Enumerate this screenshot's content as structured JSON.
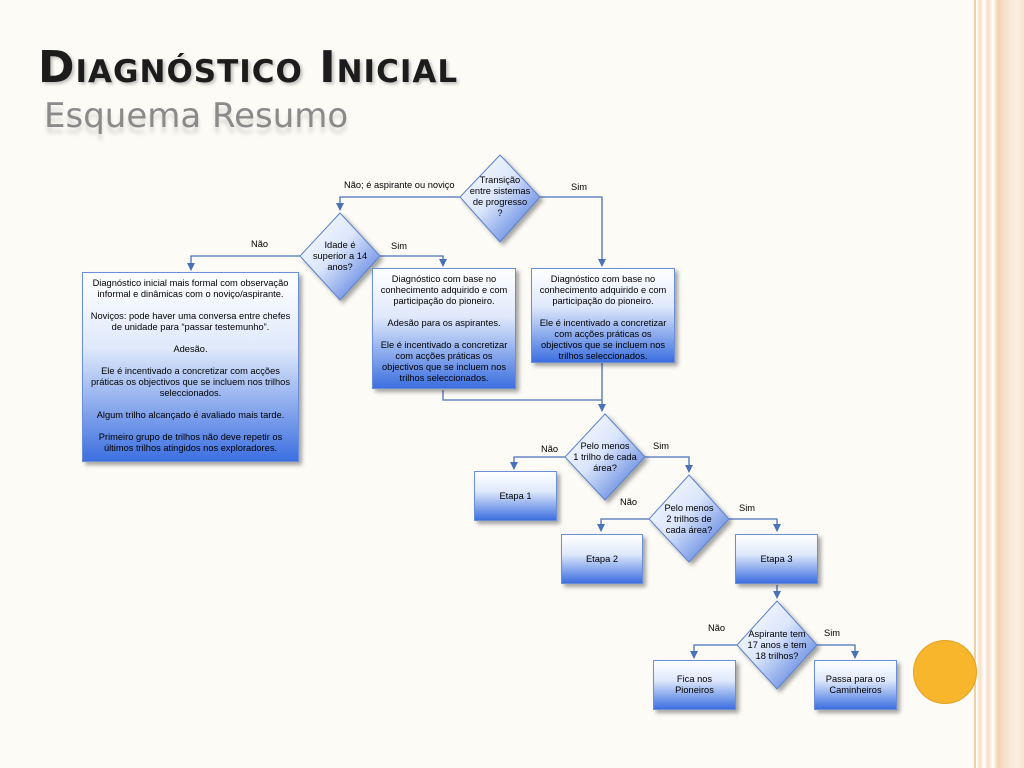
{
  "slide": {
    "title": "Diagnóstico Inicial",
    "subtitle": "Esquema Resumo",
    "colors": {
      "accent_circle": "#f7b62c",
      "node_blue": "#3c6fe0",
      "connector": "#4a72b8"
    }
  },
  "flowchart": {
    "decisions": {
      "transition": "Transição\nentre sistemas\nde progresso\n?",
      "age": "Idade é\nsuperior a 14\nanos?",
      "one_trail": "Pelo menos\n1 trilho de cada\nárea?",
      "two_trails": "Pelo menos\n2 trilhos de\ncada área?",
      "aspirant": "Aspirante tem\n17 anos e tem\n18 trilhos?"
    },
    "processes": {
      "formal": "Diagnóstico inicial mais formal com observação informal e dinâmicas com o noviço/aspirante.\n\nNoviços: pode haver uma conversa entre chefes de unidade para “passar testemunho”.\n\nAdesão.\n\nEle é incentivado a concretizar com acções práticas os objectivos que se incluem nos trilhos seleccionados.\n\nAlgum trilho alcançado é avaliado mais tarde.\n\nPrimeiro grupo de trilhos não deve repetir os últimos trilhos atingidos nos exploradores.",
      "knowledge_aspirants": "Diagnóstico com base no conhecimento adquirido e com participação do pioneiro.\n\nAdesão para os aspirantes.\n\nEle é incentivado a concretizar com acções práticas os objectivos que se incluem nos trilhos seleccionados.",
      "knowledge": "Diagnóstico com base no conhecimento adquirido e com participação do pioneiro.\n\nEle é incentivado a concretizar com acções práticas os objectivos que se incluem nos trilhos seleccionados.",
      "etapa1": "Etapa 1",
      "etapa2": "Etapa 2",
      "etapa3": "Etapa 3",
      "stay": "Fica nos Pioneiros",
      "move": "Passa para os\nCaminheiros"
    },
    "edge_labels": {
      "transition_no": "Não; é aspirante ou noviço",
      "transition_yes": "Sim",
      "age_no": "Não",
      "age_yes": "Sim",
      "one_no": "Não",
      "one_yes": "Sim",
      "two_no": "Não",
      "two_yes": "Sim",
      "asp_no": "Não",
      "asp_yes": "Sim"
    }
  }
}
